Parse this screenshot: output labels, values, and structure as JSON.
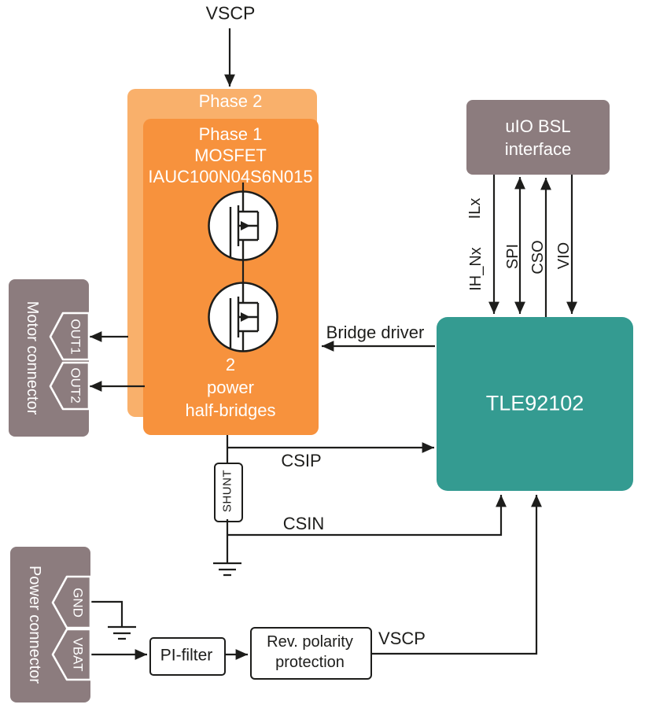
{
  "colors": {
    "phase1_orange": "#f7923d",
    "phase2_orange_light": "#f9b06b",
    "tle_teal": "#349b91",
    "connector_gray": "#8c7c7e",
    "line_black": "#1d1d1b"
  },
  "top": {
    "vscp_label": "VSCP"
  },
  "phase2": {
    "label": "Phase 2"
  },
  "phase1": {
    "line1": "Phase 1",
    "line2": "MOSFET",
    "line3": "IAUC100N04S6N015",
    "bottom_line1": "2",
    "bottom_line2": "power",
    "bottom_line3": "half-bridges"
  },
  "motor_connector": {
    "label": "Motor connector",
    "pins": [
      {
        "label": "OUT1"
      },
      {
        "label": "OUT2"
      }
    ]
  },
  "power_connector": {
    "label": "Power connector",
    "pins": [
      {
        "label": "GND"
      },
      {
        "label": "VBAT"
      }
    ]
  },
  "uio": {
    "line1": "uIO BSL",
    "line2": "interface"
  },
  "tle": {
    "label": "TLE92102"
  },
  "signals": {
    "ih_nx": "IH_Nx",
    "ilx": "ILx",
    "spi": "SPI",
    "cso": "CSO",
    "vio": "VIO",
    "bridge_driver": "Bridge driver",
    "csip": "CSIP",
    "csin": "CSIN",
    "vscp_bottom": "VSCP"
  },
  "shunt": {
    "label": "SHUNT"
  },
  "pi_filter": {
    "label": "PI-filter"
  },
  "rev_polarity": {
    "line1": "Rev. polarity",
    "line2": "protection"
  }
}
